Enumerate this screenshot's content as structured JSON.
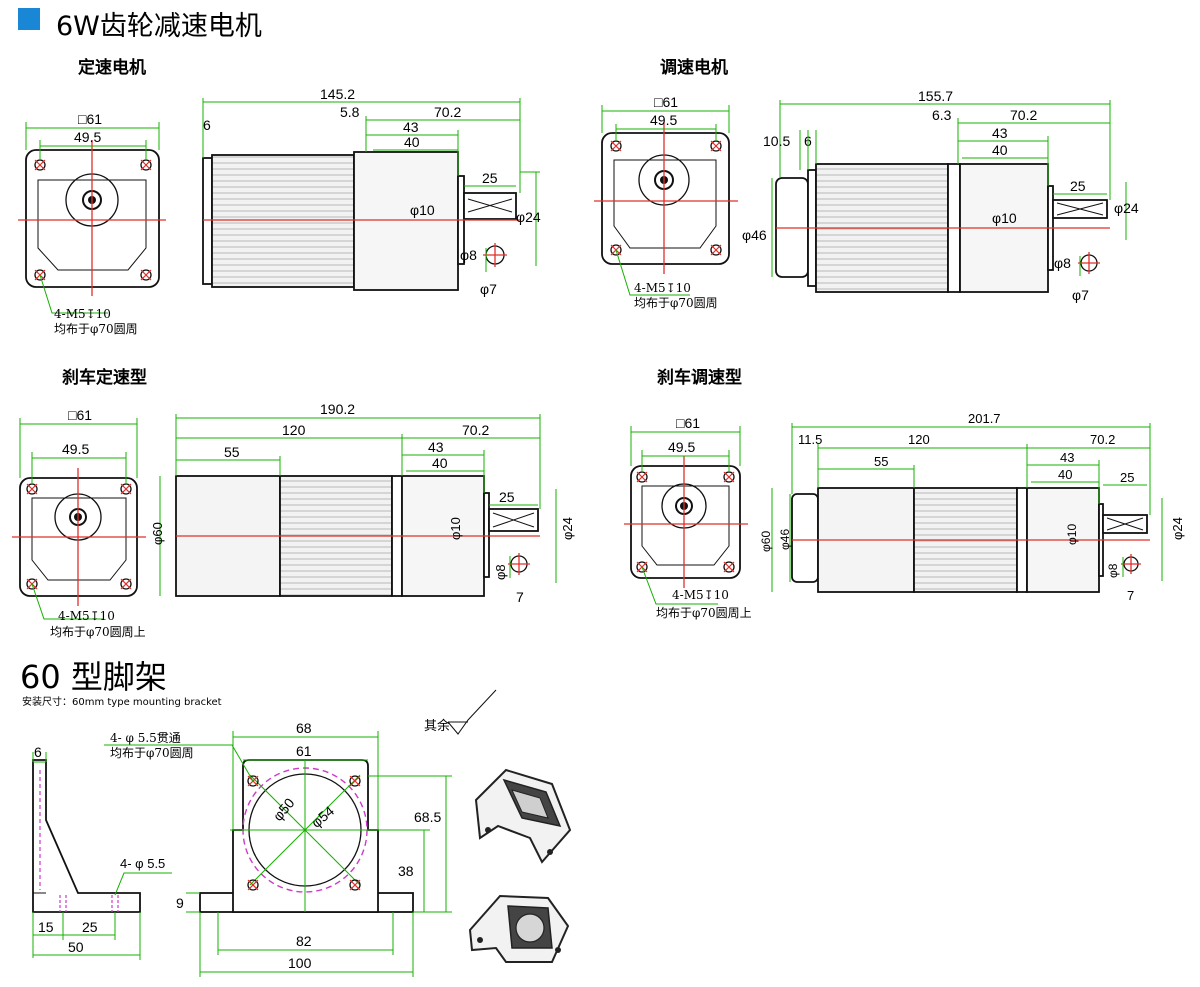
{
  "header": {
    "title": "6W齿轮减速电机",
    "accent": "#1a86d6"
  },
  "sections": {
    "fixed": "定速电机",
    "variable": "调速电机",
    "brake_fixed": "刹车定速型",
    "brake_variable": "刹车调速型"
  },
  "fixed_dims": {
    "sq": "□61",
    "pcd": "49.5",
    "len_total": "145.2",
    "len_gear": "70.2",
    "flange": "6",
    "shaft_off": "5.8",
    "d43": "43",
    "d40": "40",
    "shaft_len": "25",
    "phi10": "φ10",
    "phi24": "φ24",
    "key_w": "φ8",
    "key_h": "φ7",
    "hole_note": "4-M5↧10",
    "pcd_note": "均布于φ70圆周"
  },
  "variable_dims": {
    "sq": "□61",
    "pcd": "49.5",
    "len_total": "155.7",
    "len_gear": "70.2",
    "rear": "10.5",
    "flange": "6",
    "shaft_off": "6.3",
    "d43": "43",
    "d40": "40",
    "shaft_len": "25",
    "phi46": "φ46",
    "phi10": "φ10",
    "phi24": "φ24",
    "key_w": "φ8",
    "key_h": "φ7",
    "hole_note": "4-M5↧10",
    "pcd_note": "均布于φ70圆周"
  },
  "brake_fixed_dims": {
    "sq": "□61",
    "pcd": "49.5",
    "len_total": "190.2",
    "len_motor": "120",
    "len_gear": "70.2",
    "brake_len": "55",
    "d43": "43",
    "d40": "40",
    "shaft_len": "25",
    "phi60": "φ60",
    "phi10": "φ10",
    "phi24": "φ24",
    "key_w": "φ8",
    "key_h": "7",
    "hole_note": "4-M5↧10",
    "pcd_note": "均布于φ70圆周上"
  },
  "brake_variable_dims": {
    "sq": "□61",
    "pcd": "49.5",
    "len_total": "201.7",
    "rear": "11.5",
    "len_motor": "120",
    "len_gear": "70.2",
    "brake_len": "55",
    "d43": "43",
    "d40": "40",
    "shaft_len": "25",
    "phi60": "φ60",
    "phi46": "φ46",
    "phi10": "φ10",
    "phi24": "φ24",
    "key_w": "φ8",
    "key_h": "7",
    "hole_note": "4-M5↧10",
    "pcd_note": "均布于φ70圆周上"
  },
  "bracket": {
    "title": "60 型脚架",
    "subtitle": "安装尺寸：60mm type mounting bracket",
    "roughness": "其余",
    "side_t": "6",
    "side_hole": "4- φ 5.5",
    "side_15": "15",
    "side_25": "25",
    "side_50": "50",
    "hole_note": "4- φ 5.5贯通",
    "pcd_note": "均布于φ70圆周",
    "w68": "68",
    "w61": "61",
    "phi50": "φ50",
    "phi54": "φ54",
    "h685": "68.5",
    "h38": "38",
    "h9": "9",
    "w82": "82",
    "w100": "100"
  },
  "colors": {
    "dimension": "#15b000",
    "centerline": "#e0302a",
    "outline": "#111111",
    "housing": "#f4f4f4"
  }
}
